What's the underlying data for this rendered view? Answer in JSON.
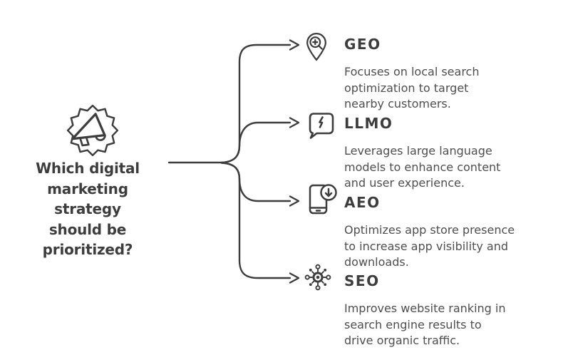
{
  "diagram": {
    "type": "mindmap",
    "background": "#ffffff",
    "ink_color": "#3d3d3d",
    "description_color": "#4e4e4e"
  },
  "question": {
    "icon": "megaphone-burst-icon",
    "text": "Which digital marketing strategy should be prioritized?",
    "lines": [
      "Which digital",
      "marketing",
      "strategy",
      "should be",
      "prioritized?"
    ]
  },
  "branches": [
    {
      "label": "GEO",
      "icon": "map-pin-search-icon",
      "description": "Focuses on local search optimization to target nearby customers.",
      "description_lines": [
        "Focuses on local search",
        "optimization to target",
        "nearby customers."
      ]
    },
    {
      "label": "LLMO",
      "icon": "speech-bubble-lightning-icon",
      "description": "Leverages large language models to enhance content and user experience.",
      "description_lines": [
        "Leverages large language",
        "models to enhance content",
        "and user experience."
      ]
    },
    {
      "label": "AEO",
      "icon": "smartphone-download-icon",
      "description": "Optimizes app store presence to increase app visibility and downloads.",
      "description_lines": [
        "Optimizes app store presence",
        "to increase app visibility and",
        "downloads."
      ]
    },
    {
      "label": "SEO",
      "icon": "network-nodes-icon",
      "description": "Improves website ranking in search engine results to drive organic traffic.",
      "description_lines": [
        "Improves website ranking in",
        "search engine results to",
        "drive organic traffic."
      ]
    }
  ]
}
